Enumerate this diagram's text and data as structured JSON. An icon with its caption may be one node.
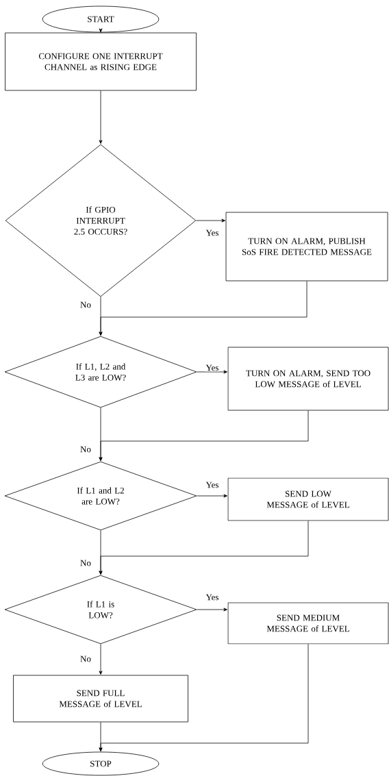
{
  "diagram": {
    "nodes": [
      {
        "text": [
          "START"
        ]
      },
      {
        "text": [
          "CONFIGURE ONE INTERRUPT CHANNEL as RISING EDGE"
        ]
      },
      {
        "text": [
          "If GPIO INTERRUPT 2.5 OCCURS?"
        ]
      },
      {
        "text": [
          "TURN ON ALARM, PUBLISH SoS FIRE DETECTED MESSAGE"
        ]
      },
      {
        "text": [
          "If L1, L2 and L3 are LOW?"
        ]
      },
      {
        "text": [
          "TURN ON ALARM, SEND TOO LOW MESSAGE of LEVEL"
        ]
      },
      {
        "text": [
          "If L1 and L2 are LOW?"
        ]
      },
      {
        "text": [
          "SEND LOW MESSAGE of LEVEL"
        ]
      },
      {
        "text": [
          "If L1 is LOW?"
        ]
      },
      {
        "text": [
          "SEND MEDIUM MESSAGE of LEVEL"
        ]
      },
      {
        "text": [
          "SEND FULL MESSAGE of LEVEL"
        ]
      },
      {
        "text": [
          "STOP"
        ]
      }
    ],
    "edges": [
      {
        "from": 0,
        "to": 1,
        "arrow": "to"
      },
      {
        "from": 1,
        "to": 2,
        "arrow": "to"
      },
      {
        "from": 2,
        "to": 3,
        "arrow": "to",
        "label": "Yes"
      },
      {
        "from": 2,
        "to": 4,
        "arrow": "to",
        "label": "No"
      },
      {
        "from": 3,
        "to": 4,
        "arrow": "to"
      },
      {
        "from": 4,
        "to": 5,
        "arrow": "to",
        "label": "Yes"
      },
      {
        "from": 4,
        "to": 6,
        "arrow": "to",
        "label": "No"
      },
      {
        "from": 5,
        "to": 6,
        "arrow": "to"
      },
      {
        "from": 6,
        "to": 7,
        "arrow": "to",
        "label": "Yes"
      },
      {
        "from": 6,
        "to": 8,
        "arrow": "to",
        "label": "No"
      },
      {
        "from": 7,
        "to": 8,
        "arrow": "to"
      },
      {
        "from": 8,
        "to": 9,
        "arrow": "to",
        "label": "Yes"
      },
      {
        "from": 8,
        "to": 10,
        "arrow": "to",
        "label": "No"
      },
      {
        "from": 9,
        "to": 11,
        "arrow": "to"
      },
      {
        "from": 10,
        "to": 11,
        "arrow": "to"
      }
    ]
  }
}
